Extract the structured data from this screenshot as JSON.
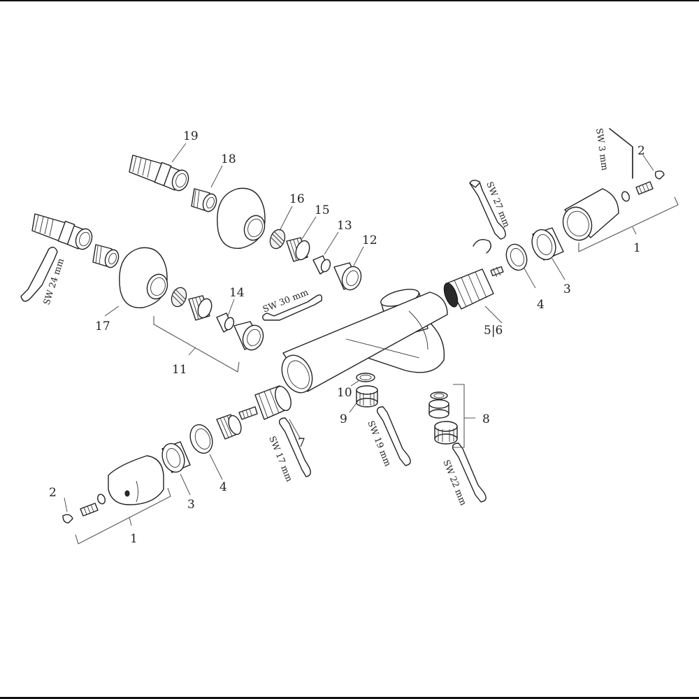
{
  "parts": {
    "p1_right": "1",
    "p1_left": "1",
    "p2_right": "2",
    "p2_left": "2",
    "p3_right": "3",
    "p3_left": "3",
    "p4_right": "4",
    "p4_left": "4",
    "p5_6": "5|6",
    "p7": "7",
    "p8": "8",
    "p9": "9",
    "p10": "10",
    "p11": "11",
    "p12": "12",
    "p13": "13",
    "p14": "14",
    "p15": "15",
    "p16": "16",
    "p17": "17",
    "p18": "18",
    "p19": "19"
  },
  "wrenches": {
    "sw3": "SW 3 mm",
    "sw27": "SW 27 mm",
    "sw24": "SW 24 mm",
    "sw30": "SW 30 mm",
    "sw17": "SW 17 mm",
    "sw19": "SW 19 mm",
    "sw22": "SW 22 mm"
  }
}
